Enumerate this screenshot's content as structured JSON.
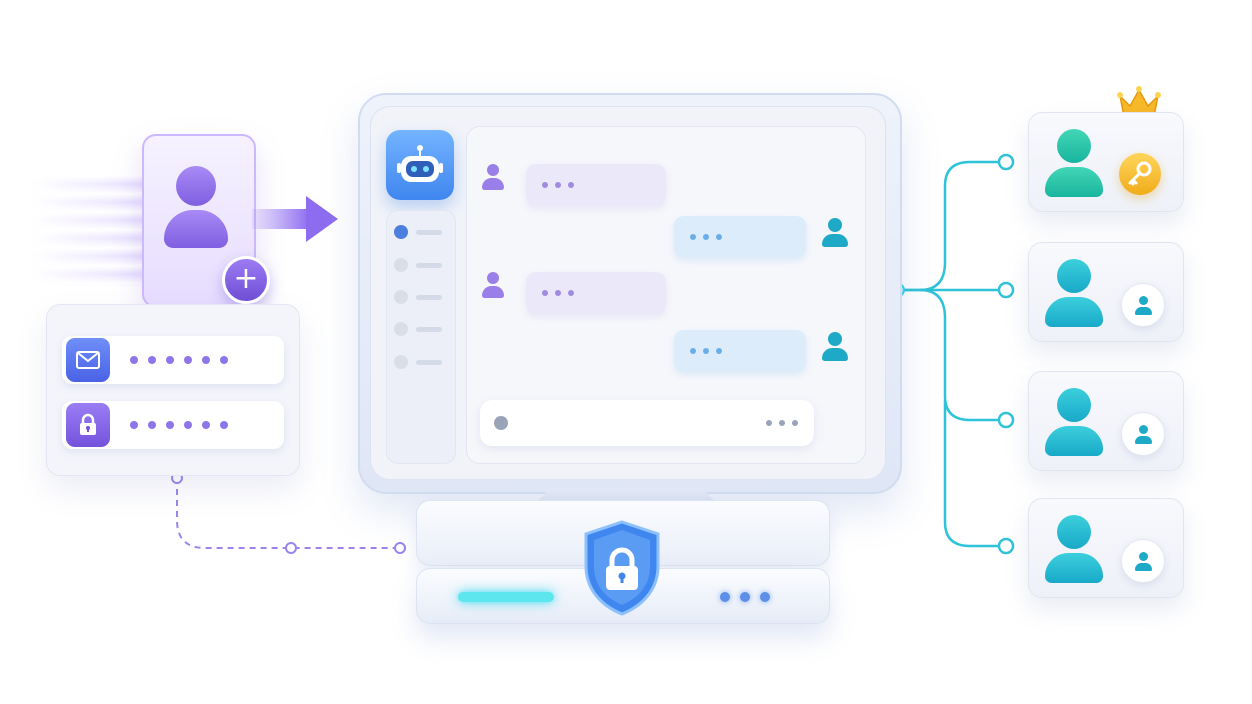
{
  "colors": {
    "accent_purple": "#8e6cf0",
    "accent_blue": "#3f86ef",
    "accent_teal": "#1ea9c6",
    "accent_gold": "#f0ac1a",
    "glow_cyan": "#5ee6ee",
    "background": "#ffffff"
  },
  "icons": {
    "signup": "user-plus-icon",
    "email": "mail-icon",
    "password": "lock-icon",
    "assistant": "robot-icon",
    "security": "shield-lock-icon",
    "admin": "key-icon",
    "owner": "crown-icon",
    "member": "user-icon"
  },
  "login_form": {
    "email_masked": "••••••",
    "password_masked": "••••••"
  },
  "chat": {
    "messages": [
      {
        "role": "incoming",
        "text": "•••"
      },
      {
        "role": "outgoing",
        "text": "•••"
      },
      {
        "role": "incoming",
        "text": "•••"
      },
      {
        "role": "outgoing",
        "text": "•••"
      }
    ],
    "composer_text": "•••"
  },
  "sidebar": {
    "item_count": 5,
    "active_index": 0
  },
  "team": {
    "members": [
      {
        "role": "admin",
        "badge": "key-icon",
        "crowned": true
      },
      {
        "role": "member",
        "badge": "user-icon",
        "crowned": false
      },
      {
        "role": "member",
        "badge": "user-icon",
        "crowned": false
      },
      {
        "role": "member",
        "badge": "user-icon",
        "crowned": false
      }
    ]
  }
}
